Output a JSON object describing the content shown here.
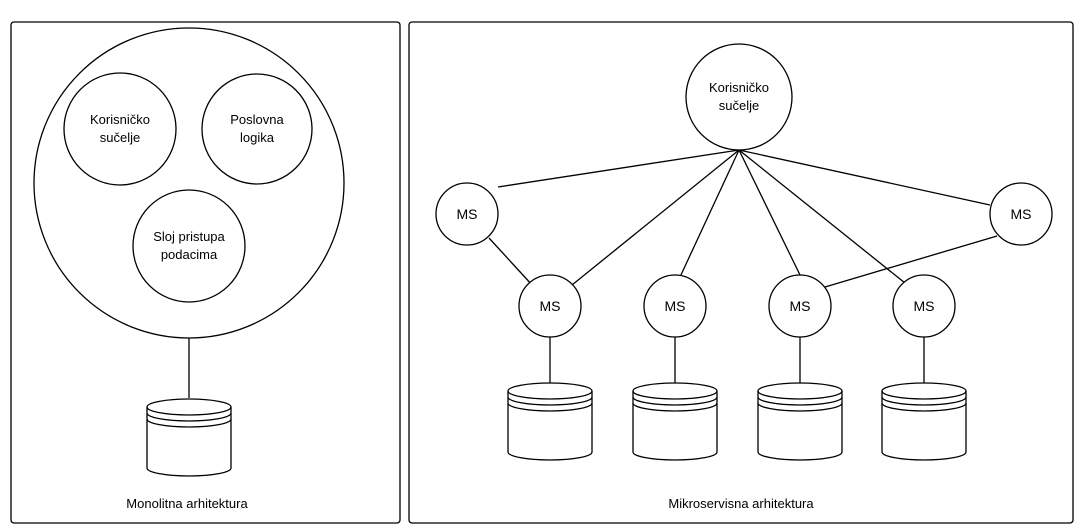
{
  "monolith": {
    "caption": "Monolitna arhitektura",
    "ui": [
      "Korisničko",
      "sučelje"
    ],
    "business": [
      "Poslovna",
      "logika"
    ],
    "data_access": [
      "Sloj pristupa",
      "podacima"
    ]
  },
  "microservices": {
    "caption": "Mikroservisna arhitektura",
    "ui": [
      "Korisničko",
      "sučelje"
    ],
    "service_label": "MS"
  },
  "colors": {
    "stroke": "#000000",
    "fill": "#ffffff"
  }
}
